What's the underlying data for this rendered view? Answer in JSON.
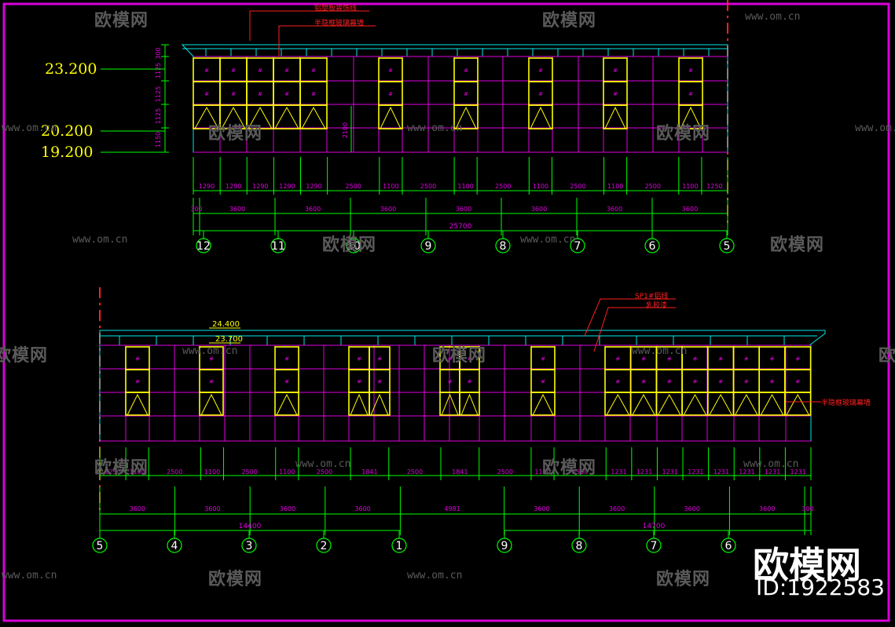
{
  "colors": {
    "frame": "#d800d8",
    "grid": "#e000e0",
    "window": "#ffff00",
    "canopy": "#00e6e6",
    "dim": "#00ff00",
    "elev_text": "#ffff00",
    "red": "#ff2020",
    "axis_circle": "#00ff00"
  },
  "top_elevation": {
    "levels": [
      "23.200",
      "20.200",
      "19.200"
    ],
    "vertical_dims": [
      "300",
      "1125",
      "1125",
      "1125",
      "1150"
    ],
    "inner_dim": "2100",
    "notes": [
      "铝塑板装饰线",
      "半隐框玻璃幕墙"
    ],
    "dims_row1": [
      "1290",
      "1290",
      "1290",
      "1290",
      "1290",
      "2500",
      "1100",
      "2500",
      "1100",
      "2500",
      "1100",
      "2500",
      "1100",
      "2500",
      "1100",
      "1250"
    ],
    "dims_row2": [
      "300",
      "3600",
      "3600",
      "3600",
      "3600",
      "3600",
      "3600",
      "3600"
    ],
    "total": "25700",
    "axes": [
      "12",
      "11",
      "10",
      "9",
      "8",
      "7",
      "6",
      "5"
    ]
  },
  "bottom_elevation": {
    "levels": [
      "24.400",
      "23.700"
    ],
    "notes": [
      "SP1#铝线",
      "乳胶漆"
    ],
    "side_note": "半隐框玻璃幕墙",
    "dims_row1": [
      "1250",
      "1100",
      "2500",
      "1100",
      "2500",
      "1100",
      "2500",
      "1841",
      "2500",
      "1841",
      "2500",
      "1100",
      "2500",
      "1231",
      "1231",
      "1231",
      "1231",
      "1231",
      "1231",
      "1231",
      "1231"
    ],
    "dims_row2": [
      "3600",
      "3600",
      "3600",
      "3600",
      "4981",
      "3600",
      "3600",
      "3600",
      "3600",
      "300"
    ],
    "totals": [
      "14400",
      "14700"
    ],
    "axes": [
      "5",
      "4",
      "3",
      "2",
      "1",
      "9",
      "8",
      "7",
      "6"
    ]
  },
  "watermarks": {
    "logo": "欧模网",
    "url": "www.om.cn",
    "brand": "欧模网",
    "id": "ID:1922583"
  }
}
